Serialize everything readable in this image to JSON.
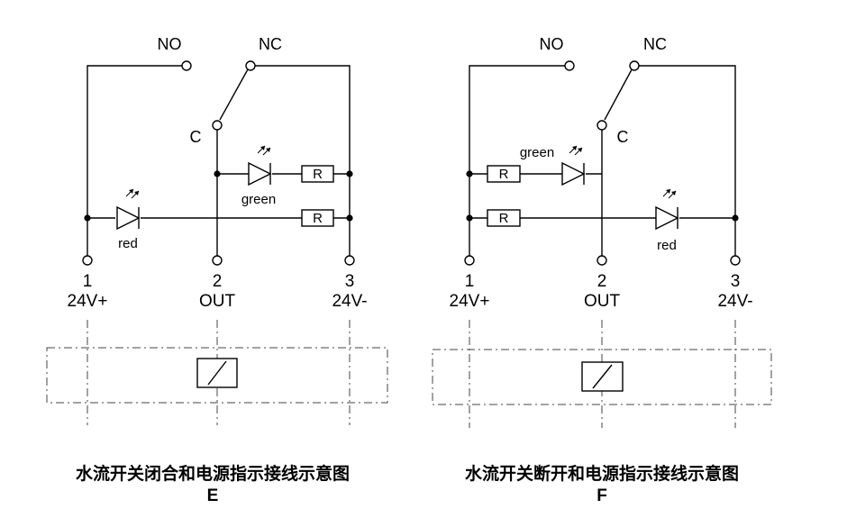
{
  "diagrams": [
    {
      "id": "E",
      "contact_labels": {
        "no": "NO",
        "nc": "NC",
        "c": "C"
      },
      "resistor_label": "R",
      "led_labels": {
        "green": "green",
        "red": "red"
      },
      "terminals": [
        {
          "number": "1",
          "label": "24V+"
        },
        {
          "number": "2",
          "label": "OUT"
        },
        {
          "number": "3",
          "label": "24V-"
        }
      ],
      "caption": "水流开关闭合和电源指示接线示意图",
      "caption_letter": "E"
    },
    {
      "id": "F",
      "contact_labels": {
        "no": "NO",
        "nc": "NC",
        "c": "C"
      },
      "resistor_label": "R",
      "led_labels": {
        "green": "green",
        "red": "red"
      },
      "terminals": [
        {
          "number": "1",
          "label": "24V+"
        },
        {
          "number": "2",
          "label": "OUT"
        },
        {
          "number": "3",
          "label": "24V-"
        }
      ],
      "caption": "水流开关断开和电源指示接线示意图",
      "caption_letter": "F"
    }
  ]
}
